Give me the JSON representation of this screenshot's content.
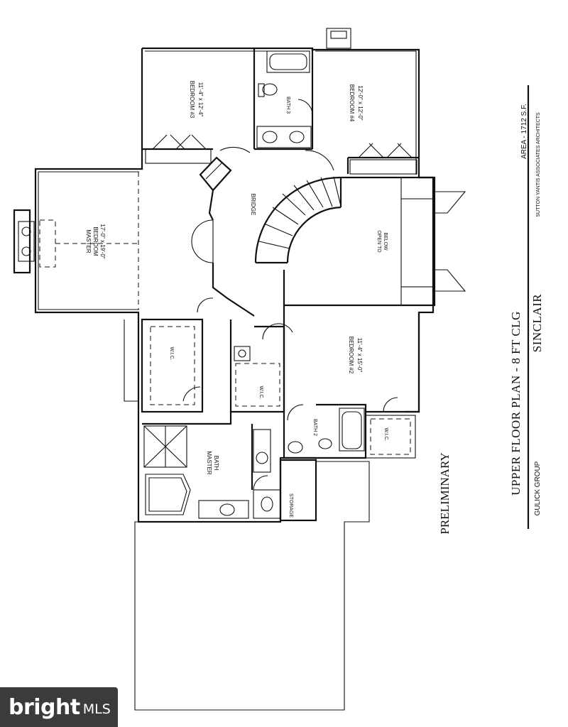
{
  "rooms": {
    "master_bedroom": "MASTER\nBEDROOM\n17'-0\" x 19'-0\"",
    "master_name": "MASTER",
    "master_sub": "BEDROOM",
    "master_dim": "17'-0\" x 19'-0\"",
    "bedroom3_name": "BEDROOM #3",
    "bedroom3_dim": "11'-4\" x 12'-4\"",
    "bath3": "BATH 3",
    "bedroom4_name": "BEDROOM #4",
    "bedroom4_dim": "12'-0\" x 12'-0\"",
    "bridge": "BRIDGE",
    "open_to_below_1": "OPEN TO",
    "open_to_below_2": "BELOW",
    "bedroom2_name": "BEDROOM #2",
    "bedroom2_dim": "11'-4\" x 15'-0\"",
    "wic_master": "W.I.C.",
    "wic_center": "W.I.C.",
    "wic_bed2": "W.I.C.",
    "master_bath_1": "MASTER",
    "master_bath_2": "BATH",
    "bath2": "BATH 2",
    "storage": "STORAGE"
  },
  "title_block": {
    "plan_title": "UPPER FLOOR PLAN - 8 FT CLG",
    "area": "AREA - 1712 S.F.",
    "architect": "SUTTON YANTIS ASSOCIATES ARCHITECTS",
    "model": "SINCLAIR",
    "builder": "GULICK GROUP",
    "status": "PRELIMINARY"
  },
  "watermark": {
    "brand": "bright",
    "suffix": "MLS"
  }
}
